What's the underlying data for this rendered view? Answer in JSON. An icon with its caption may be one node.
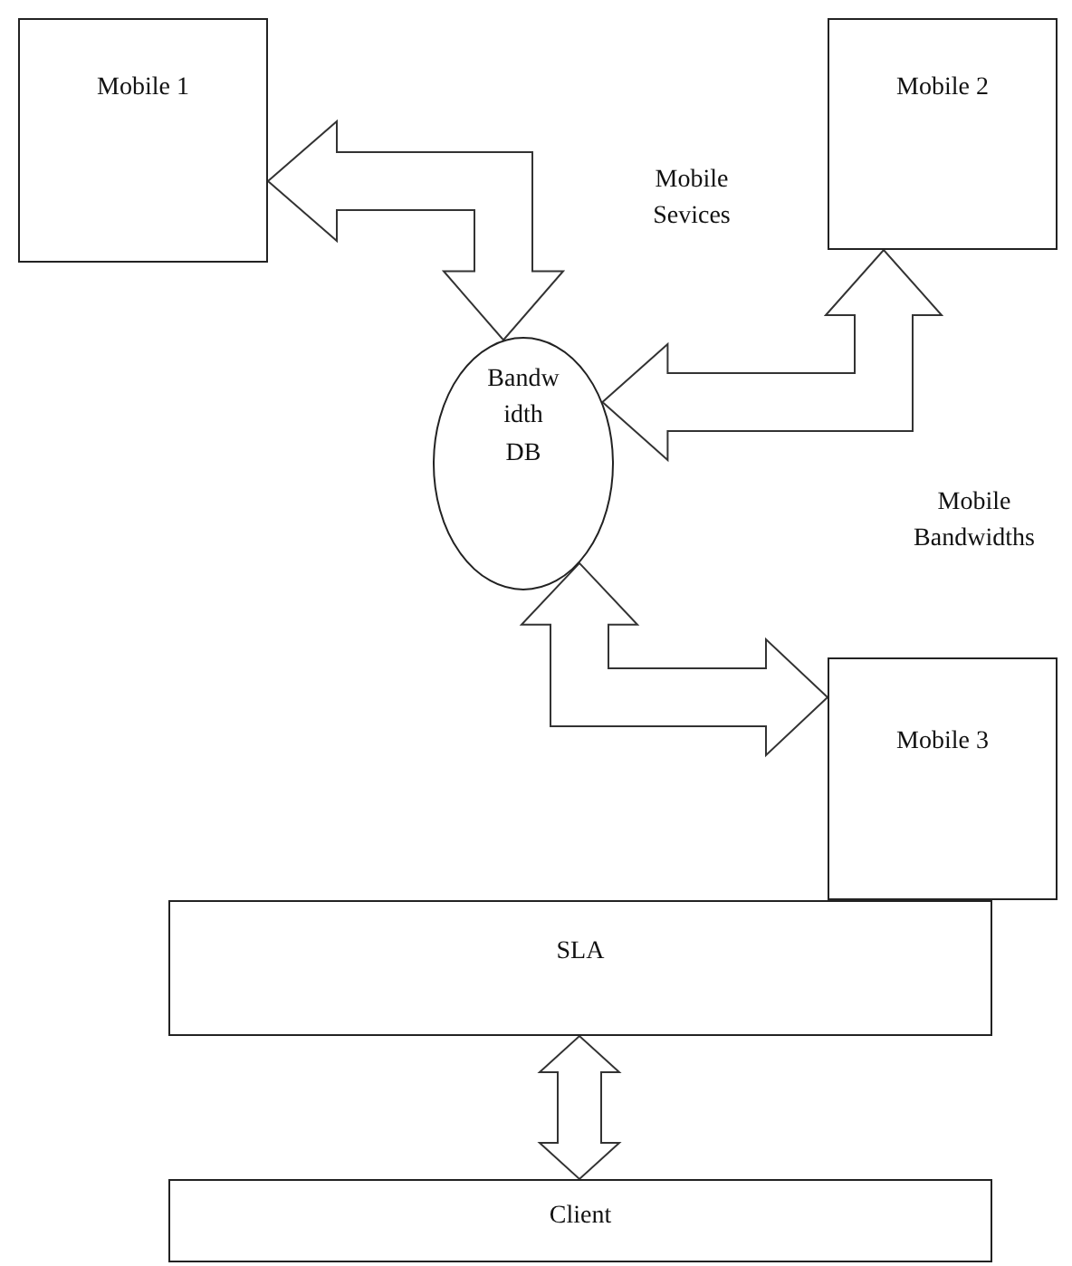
{
  "diagram": {
    "nodes": [
      {
        "text": [
          "Mobile 1"
        ]
      },
      {
        "text": [
          "Mobile 2"
        ]
      },
      {
        "text": [
          "Bandwidth DB"
        ]
      },
      {
        "text": [
          "Mobile 3"
        ]
      },
      {
        "text": [
          "SLA"
        ]
      },
      {
        "text": [
          "Client"
        ]
      }
    ],
    "edges": [
      {
        "from": 0,
        "to": 2,
        "arrow": "both"
      },
      {
        "from": 1,
        "to": 2,
        "arrow": "both"
      },
      {
        "from": 2,
        "to": 3,
        "arrow": "both"
      },
      {
        "from": 4,
        "to": 5,
        "arrow": "both"
      }
    ],
    "labels": [
      "Mobile Sevices",
      "Mobile Bandwidths"
    ]
  }
}
